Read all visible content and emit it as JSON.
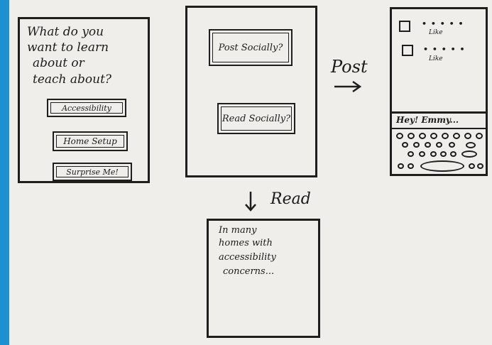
{
  "screen1": {
    "question": [
      "What do you",
      "want to learn",
      "about or",
      "teach about?"
    ],
    "options": [
      "Accessibility",
      "Home Setup",
      "Surprise Me!"
    ]
  },
  "screen2": {
    "post_button": "Post Socially?",
    "read_button": "Read Socially?"
  },
  "arrows": {
    "post_label": "Post",
    "read_label": "Read"
  },
  "screen3": {
    "likes_label": "Like",
    "keyboard_text": "Hey! Emmy..."
  },
  "screen4": {
    "body": [
      "In many",
      "homes with",
      "accessibility",
      "concerns..."
    ]
  }
}
